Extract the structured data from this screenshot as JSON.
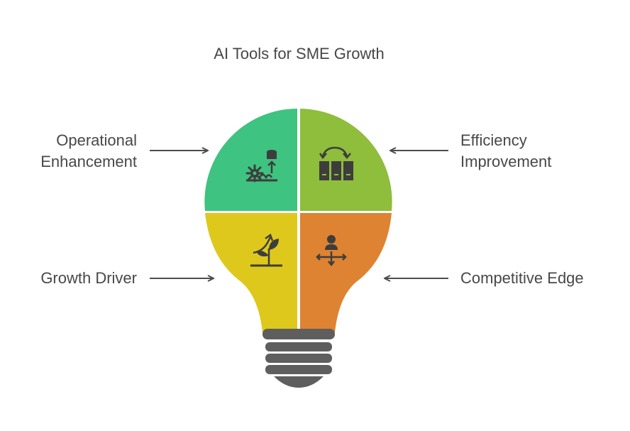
{
  "title": "AI Tools for SME Growth",
  "quadrants": [
    {
      "id": "tl",
      "label_lines": [
        "Operational",
        "Enhancement"
      ],
      "color": "#3ec380",
      "icon": "gear-sprout-data-icon"
    },
    {
      "id": "tr",
      "label_lines": [
        "Efficiency",
        "Improvement"
      ],
      "color": "#8fbd3c",
      "icon": "file-cabinet-cycle-icon"
    },
    {
      "id": "bl",
      "label_lines": [
        "Growth Driver"
      ],
      "color": "#dec81c",
      "icon": "plant-growth-arrow-icon"
    },
    {
      "id": "br",
      "label_lines": [
        "Competitive Edge"
      ],
      "color": "#de8332",
      "icon": "person-directions-icon"
    }
  ],
  "colors": {
    "base": "#5e5e5e",
    "arrow": "#4d4d4d",
    "text": "#484848",
    "icon": "#3d3d3d"
  }
}
